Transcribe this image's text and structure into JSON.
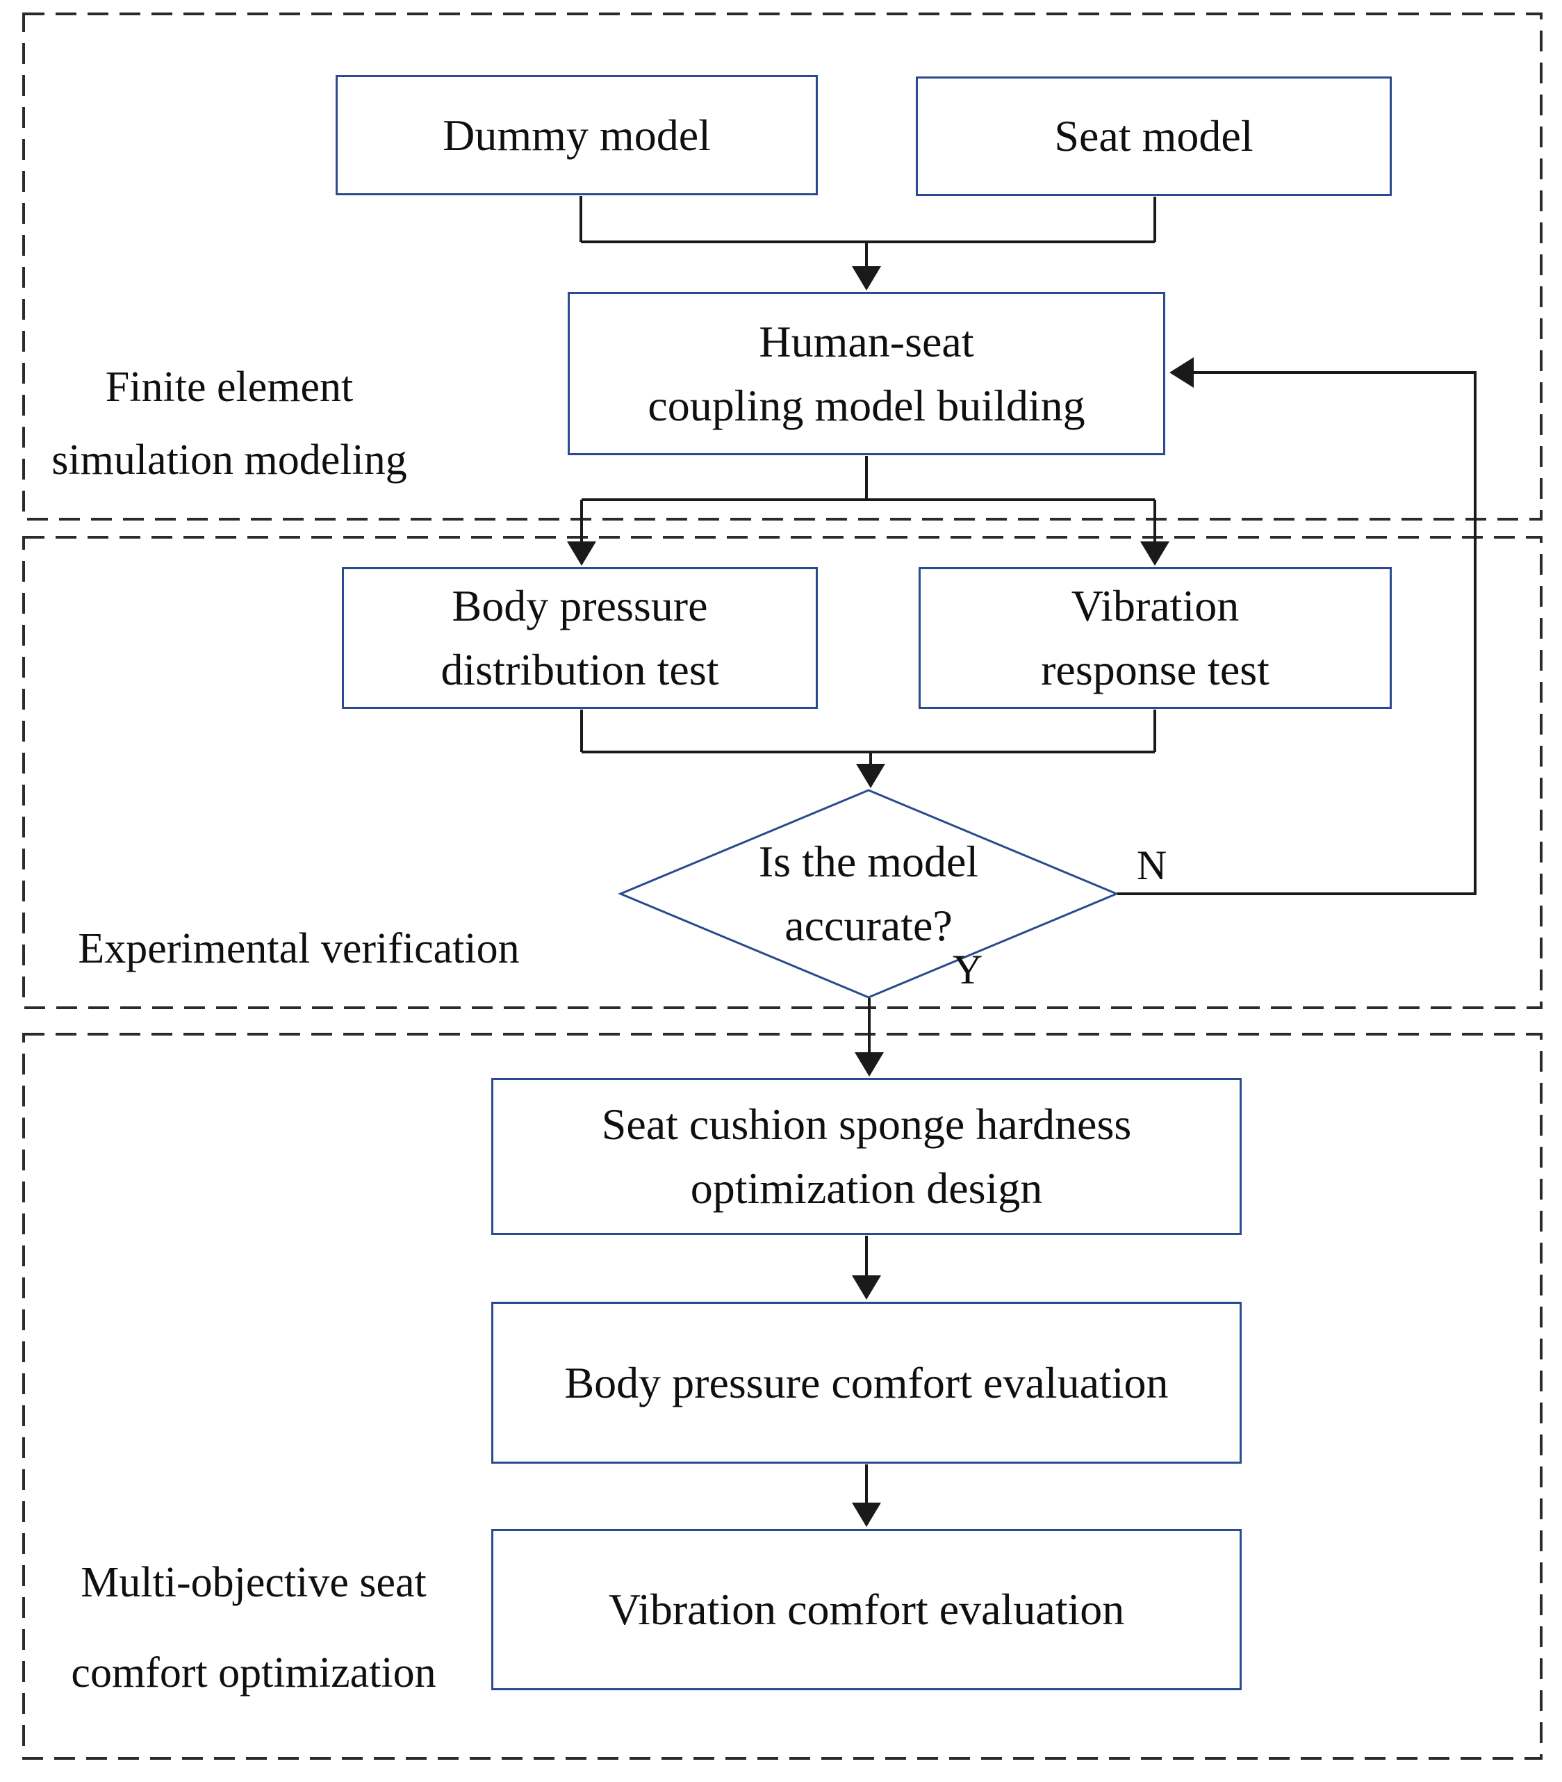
{
  "diagram": {
    "title_hint": "Seat comfort optimization flowchart",
    "sections": [
      {
        "label": "Finite element\nsimulation modeling"
      },
      {
        "label": "Experimental verification"
      },
      {
        "label": "Multi-objective seat\ncomfort optimization"
      }
    ],
    "nodes": {
      "dummy_model": "Dummy model",
      "seat_model": "Seat model",
      "coupling": "Human-seat\ncoupling model building",
      "body_pressure_test": "Body pressure\ndistribution test",
      "vibration_test": "Vibration\nresponse test",
      "decision": "Is the model\naccurate?",
      "optimization": "Seat cushion sponge hardness\noptimization design",
      "pressure_eval": "Body pressure comfort evaluation",
      "vibration_eval": "Vibration comfort evaluation"
    },
    "branch_labels": {
      "no": "N",
      "yes": "Y"
    },
    "colors": {
      "node_border": "#2b4a8f",
      "connector_line": "#1a1a1a",
      "section_border": "#2b2b2b",
      "text": "#0f0f0f",
      "background": "#ffffff"
    }
  }
}
